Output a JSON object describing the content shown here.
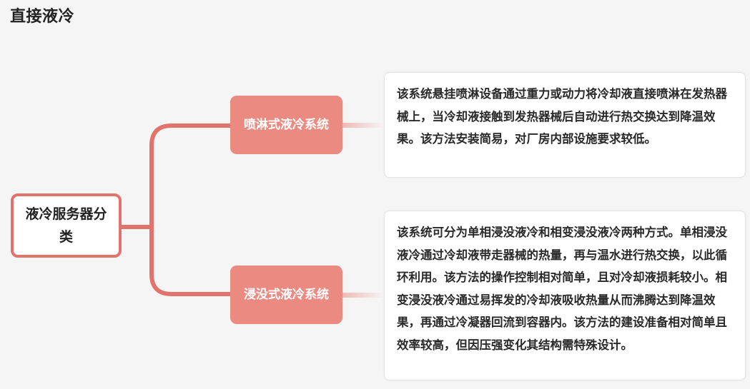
{
  "title": "直接液冷",
  "diagram": {
    "root": {
      "label": "液冷服务器分类"
    },
    "branches": [
      {
        "label": "喷淋式液冷系统",
        "description": "该系统悬挂喷淋设备通过重力或动力将冷却液直接喷淋在发热器械上，当冷却液接触到发热器械后自动进行热交换达到降温效果。该方法安装简易，对厂房内部设施要求较低。"
      },
      {
        "label": "浸没式液冷系统",
        "description": "该系统可分为单相浸没液冷和相变浸没液冷两种方式。单相浸没液冷通过冷却液带走器械的热量，再与温水进行热交换，以此循环利用。该方法的操作控制相对简单，且对冷却液损耗较小。相变浸没液冷通过易挥发的冷却液吸收热量从而沸腾达到降温效果，再通过冷凝器回流到容器内。该方法的建设准备相对简单且效率较高，但因压强变化其结构需特殊设计。"
      }
    ]
  },
  "colors": {
    "accent": "#e2736c",
    "branch_fill": "#ea8a80",
    "background": "#f5f5f5"
  }
}
